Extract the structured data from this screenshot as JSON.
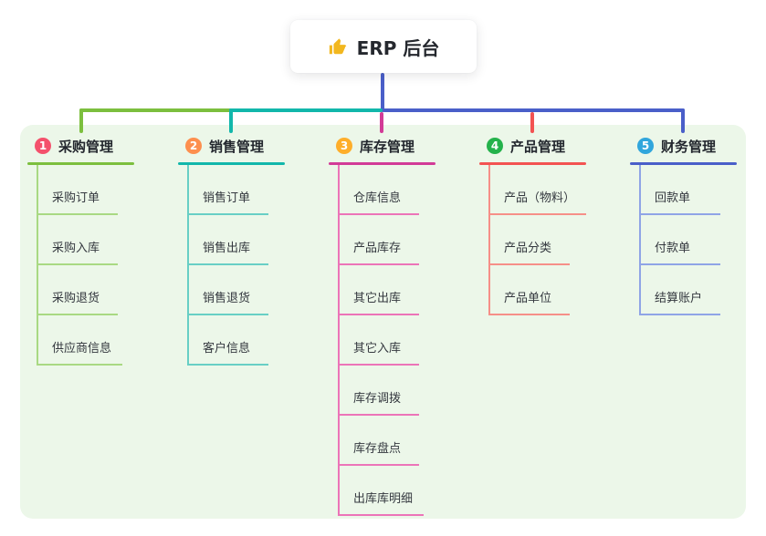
{
  "root": {
    "label": "ERP 后台",
    "icon": "thumbs-up-icon",
    "line_color": "#4a5fc9"
  },
  "branches": [
    {
      "badge": "1",
      "title": "采购管理",
      "badge_color": "#f4516c",
      "color_main": "#7cbf3e",
      "color_light": "#a9d983",
      "children": [
        "采购订单",
        "采购入库",
        "采购退货",
        "供应商信息"
      ]
    },
    {
      "badge": "2",
      "title": "销售管理",
      "badge_color": "#fd8f4e",
      "color_main": "#12b7ab",
      "color_light": "#68cfc5",
      "children": [
        "销售订单",
        "销售出库",
        "销售退货",
        "客户信息"
      ]
    },
    {
      "badge": "3",
      "title": "库存管理",
      "badge_color": "#feae2a",
      "color_main": "#d23b97",
      "color_light": "#ec74b8",
      "children": [
        "仓库信息",
        "产品库存",
        "其它出库",
        "其它入库",
        "库存调拨",
        "库存盘点",
        "出库库明细"
      ]
    },
    {
      "badge": "4",
      "title": "产品管理",
      "badge_color": "#24b24b",
      "color_main": "#f35352",
      "color_light": "#f68f88",
      "children": [
        "产品（物料）",
        "产品分类",
        "产品单位"
      ]
    },
    {
      "badge": "5",
      "title": "财务管理",
      "badge_color": "#31a6dc",
      "color_main": "#4a5fc9",
      "color_light": "#8fa4e6",
      "children": [
        "回款单",
        "付款单",
        "结算账户"
      ]
    }
  ],
  "colors": {
    "canvas_bg": "#ffffff",
    "panel_bg": "#ecf7e9",
    "root_card_bg": "#ffffff",
    "text_dark": "#23272e",
    "thumb": "#f2b71e"
  }
}
